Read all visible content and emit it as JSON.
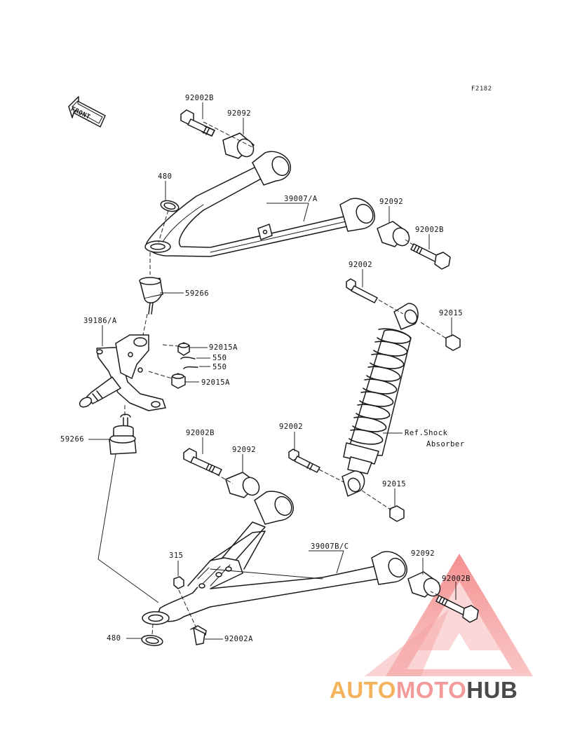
{
  "figure_code": "F2182",
  "front_label": "FRONT",
  "labels": {
    "l_92002B_top": "92002B",
    "l_92092_top": "92092",
    "l_480_top": "480",
    "l_39007A": "39007/A",
    "l_92092_right": "92092",
    "l_92002B_right": "92002B",
    "l_92002_shock_top": "92002",
    "l_59266_top": "59266",
    "l_92015_top": "92015",
    "l_39186A": "39186/A",
    "l_92015A_1": "92015A",
    "l_550_1": "550",
    "l_550_2": "550",
    "l_92015A_2": "92015A",
    "l_59266_bottom": "59266",
    "l_92002B_mid": "92002B",
    "l_92092_mid": "92092",
    "l_92002_shock_bottom": "92002",
    "l_ref_shock_1": "Ref.Shock",
    "l_ref_shock_2": "Absorber",
    "l_92015_bottom": "92015",
    "l_315": "315",
    "l_39007BC": "39007B/C",
    "l_92092_bottom": "92092",
    "l_92002B_bottom": "92002B",
    "l_480_bottom": "480",
    "l_92002A": "92002A"
  },
  "watermark": {
    "part1": "AUTO",
    "part2": "MOTO",
    "part3": "HUB",
    "color_auto": "#f5b25c",
    "color_moto": "#f39a9a",
    "color_hub": "#4a4a4a",
    "triangle_color": "#f08c8c"
  }
}
